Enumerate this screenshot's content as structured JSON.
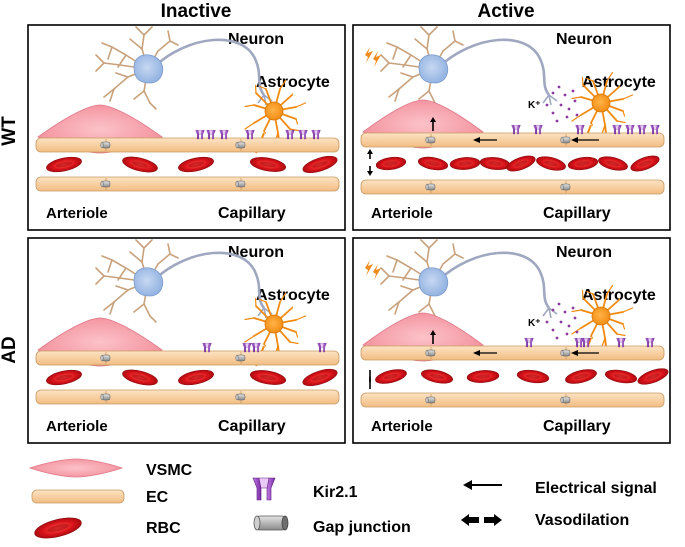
{
  "columns": {
    "inactive": "Inactive",
    "active": "Active"
  },
  "rows": {
    "wt": "WT",
    "ad": "AD"
  },
  "panel_labels": {
    "neuron": "Neuron",
    "astrocyte": "Astrocyte",
    "arteriole": "Arteriole",
    "capillary": "Capillary",
    "potassium": "K⁺"
  },
  "legend": {
    "vsmc": "VSMC",
    "ec": "EC",
    "rbc": "RBC",
    "kir": "Kir2.1",
    "gap": "Gap junction",
    "electrical": "Electrical signal",
    "vasodilation": "Vasodilation"
  },
  "colors": {
    "vsmc": "#f4a0aa",
    "ec": "#f6cf9e",
    "rbc": "#d8121a",
    "kir": "#9a44c4",
    "neuron": "#a9c1e6",
    "astrocyte": "#f6921e",
    "dendrite": "#c9a27d",
    "gap": "#b0b0b0"
  }
}
